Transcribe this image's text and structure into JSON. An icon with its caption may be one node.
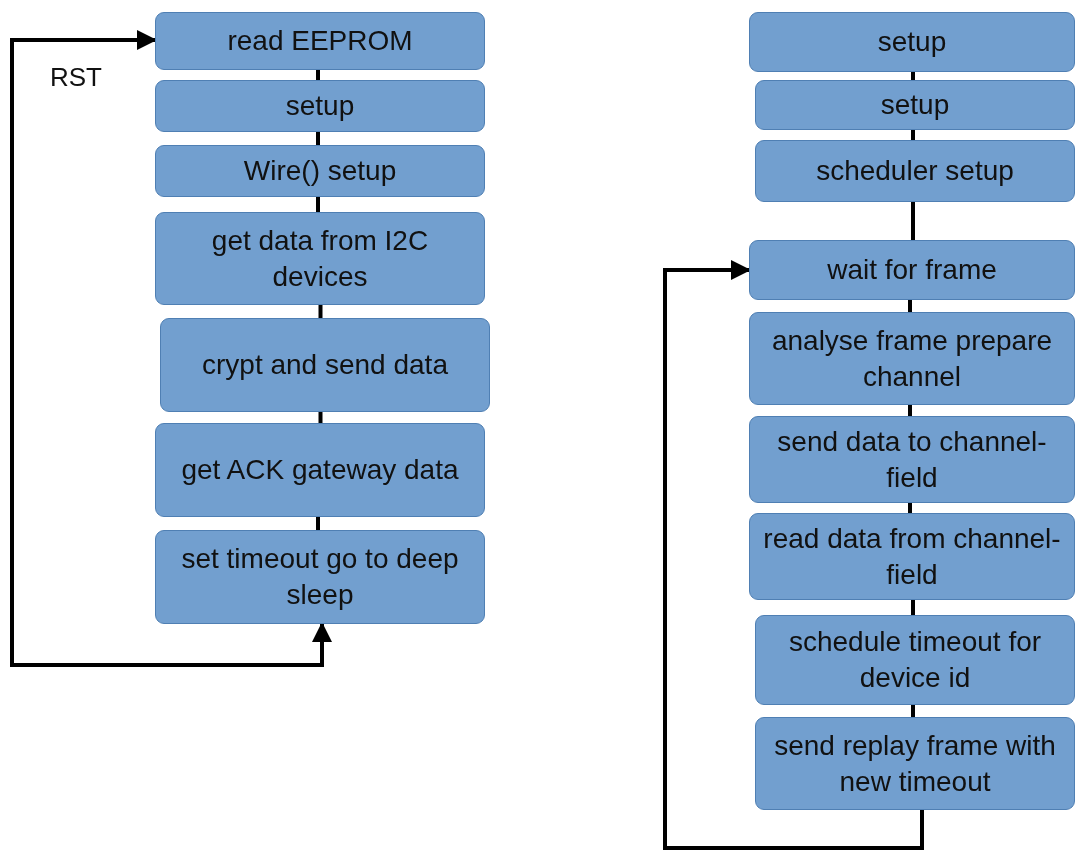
{
  "diagram": {
    "nodes": [
      {
        "text": [
          "read EEPROM"
        ]
      },
      {
        "text": [
          "setup"
        ]
      },
      {
        "text": [
          "Wire() setup"
        ]
      },
      {
        "text": [
          "get data from I2C devices"
        ]
      },
      {
        "text": [
          "crypt and send data"
        ]
      },
      {
        "text": [
          "get ACK gateway data"
        ]
      },
      {
        "text": [
          "set timeout go to deep sleep"
        ]
      },
      {
        "text": [
          "setup"
        ]
      },
      {
        "text": [
          "setup"
        ]
      },
      {
        "text": [
          "scheduler setup"
        ]
      },
      {
        "text": [
          "wait for frame"
        ]
      },
      {
        "text": [
          "analyse frame prepare channel"
        ]
      },
      {
        "text": [
          "send data to channel-field"
        ]
      },
      {
        "text": [
          "read data from channel-field"
        ]
      },
      {
        "text": [
          "schedule timeout for device id"
        ]
      },
      {
        "text": [
          "send replay frame with new timeout"
        ]
      }
    ],
    "edges": [
      {
        "from": 0,
        "to": 1,
        "arrow": "none"
      },
      {
        "from": 1,
        "to": 2,
        "arrow": "none"
      },
      {
        "from": 2,
        "to": 3,
        "arrow": "none"
      },
      {
        "from": 3,
        "to": 4,
        "arrow": "none"
      },
      {
        "from": 4,
        "to": 5,
        "arrow": "none"
      },
      {
        "from": 5,
        "to": 6,
        "arrow": "none"
      },
      {
        "from": 6,
        "to": 0,
        "arrow": "both",
        "label": "RST"
      },
      {
        "from": 7,
        "to": 8,
        "arrow": "none"
      },
      {
        "from": 8,
        "to": 9,
        "arrow": "none"
      },
      {
        "from": 9,
        "to": 10,
        "arrow": "none"
      },
      {
        "from": 10,
        "to": 11,
        "arrow": "none"
      },
      {
        "from": 11,
        "to": 12,
        "arrow": "none"
      },
      {
        "from": 12,
        "to": 13,
        "arrow": "none"
      },
      {
        "from": 13,
        "to": 14,
        "arrow": "none"
      },
      {
        "from": 14,
        "to": 15,
        "arrow": "none"
      },
      {
        "from": 15,
        "to": 10,
        "arrow": "to"
      }
    ]
  }
}
